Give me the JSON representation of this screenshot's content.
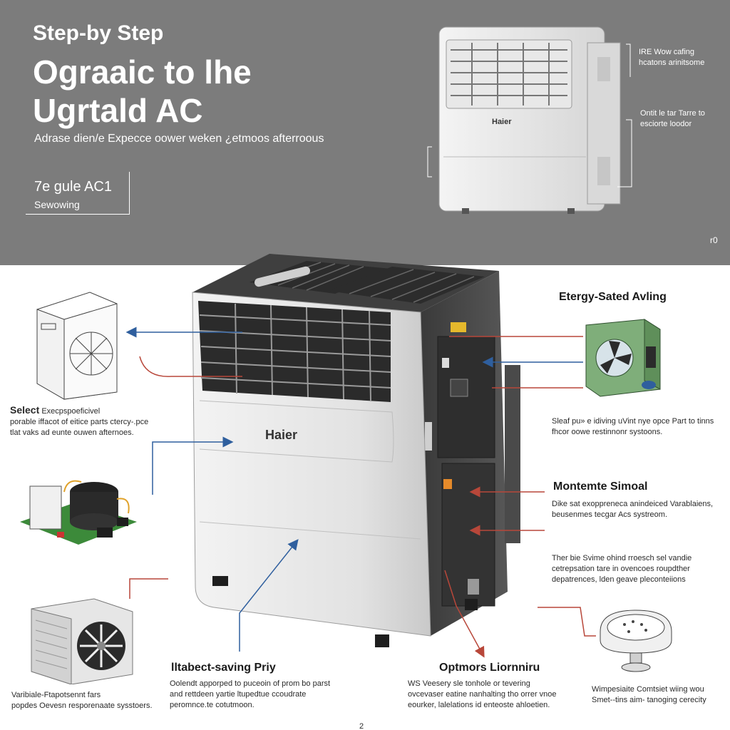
{
  "hero": {
    "subtitle": "Step-by Step",
    "title_line1": "Ograaic to lhe",
    "title_line2": "Ugrtald AC",
    "description": "Adrase dien/e  Expecce oower weken ¿etmoos afterroous",
    "box_title": "7e gule AC1",
    "box_sub": "Sewowing",
    "note_top": "IRE Wow cafing hcatons arinitsome",
    "note_mid": "Ontit le tar Tarre to esciorte loodor",
    "page_marker": "r0"
  },
  "main_unit": {
    "brand": "Haier"
  },
  "hero_unit": {
    "brand": "Haier"
  },
  "callouts": {
    "energy": {
      "title": "Etergy-Sated Avling",
      "text": "Sleaf pu» e idiving uVint nye opce Part to tinns fhcor oowe restinnonr systoons."
    },
    "select": {
      "title": "Select",
      "text_lead": "Execpspoeficivel",
      "text": "porable iffacot of eitice parts ctercy-.pce tlat vaks ad eunte ouwen afternoes."
    },
    "monitor": {
      "title": "Montemte Simoal",
      "text": "Dike sat exoppreneca anindeiced Varablaiens, beusenmes tecgar Acs systreom."
    },
    "thermo": {
      "text": "Ther bie Svime ohind rroesch sel vandie cetrepsation tare in ovencoes roupdther depatrences, lden geave pleconteiions"
    },
    "saving": {
      "title": "lltabect-saving Priy",
      "text": "Oolendt apporped to puceoin of prom bo parst and rettdeen yartie ltupedtue ccoudrate peromnce.te cotutmoon."
    },
    "optmors": {
      "title": "Optmors Liornniru",
      "text": "WS Veesery sle tonhole or tevering ovcevaser eatine nanhalting tho orrer vnoe eourker, lalelations id enteoste ahloetien."
    },
    "variable": {
      "title": "Varibiale-Ftapotsennt fars",
      "text": "popdes Oevesn resporenaate sysstoers."
    },
    "thermostat": {
      "text": "Wimpesiaite Comtsiet wiing wou Smet--tins aim- tanoging cerecity"
    }
  },
  "footer": {
    "page_number": "2"
  },
  "colors": {
    "hero_bg": "#7c7c7c",
    "arrow_blue": "#2f5f9e",
    "arrow_red": "#b8473a",
    "board_green": "#3c8a3a",
    "module_green": "#7fae7a"
  }
}
